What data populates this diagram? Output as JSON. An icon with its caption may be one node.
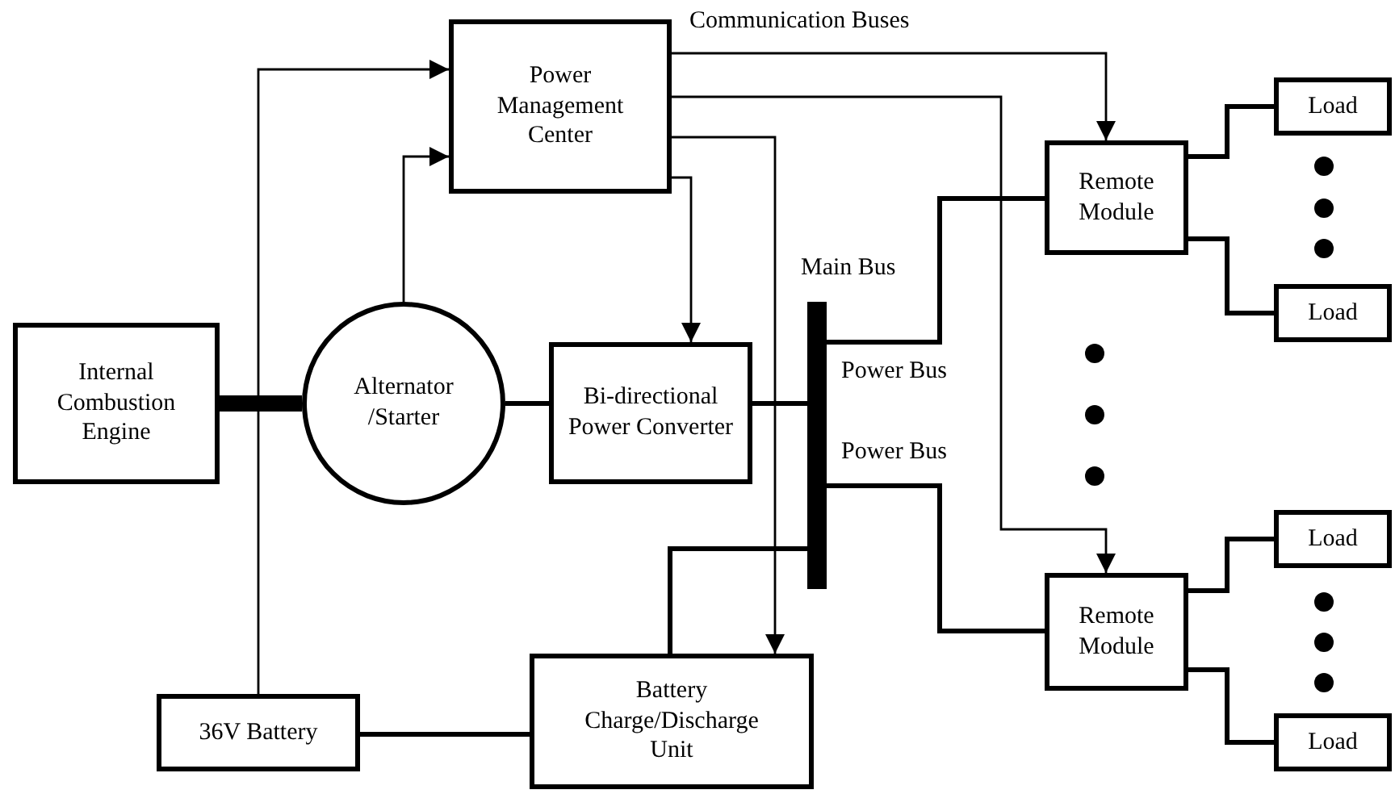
{
  "diagram": {
    "nodes": [
      {
        "text": [
          "Power Management Center"
        ]
      },
      {
        "text": [
          "Internal Combustion Engine"
        ]
      },
      {
        "text": [
          "Alternator /Starter"
        ]
      },
      {
        "text": [
          "Bi-directional Power Converter"
        ]
      },
      {
        "text": [
          "Main Bus"
        ]
      },
      {
        "text": [
          "Battery Charge/Discharge Unit"
        ]
      },
      {
        "text": [
          "36V Battery"
        ]
      },
      {
        "text": [
          "Remote Module"
        ]
      },
      {
        "text": [
          "Load"
        ]
      },
      {
        "text": [
          "Load"
        ]
      },
      {
        "text": [
          "Remote Module"
        ]
      },
      {
        "text": [
          "Load"
        ]
      },
      {
        "text": [
          "Load"
        ]
      }
    ],
    "edges": [
      {
        "from": 1,
        "to": 2,
        "arrow": "none",
        "style": "thick"
      },
      {
        "from": 6,
        "to": 0,
        "arrow": "to"
      },
      {
        "from": 2,
        "to": 0,
        "arrow": "to"
      },
      {
        "from": 2,
        "to": 3,
        "arrow": "none"
      },
      {
        "from": 0,
        "to": 3,
        "arrow": "to"
      },
      {
        "from": 0,
        "to": 7,
        "arrow": "to"
      },
      {
        "from": 0,
        "to": 10,
        "arrow": "to"
      },
      {
        "from": 0,
        "to": 5,
        "arrow": "to"
      },
      {
        "from": 3,
        "to": 4,
        "arrow": "none"
      },
      {
        "from": 4,
        "to": 7,
        "arrow": "none",
        "label": "Power Bus"
      },
      {
        "from": 4,
        "to": 10,
        "arrow": "none",
        "label": "Power Bus"
      },
      {
        "from": 5,
        "to": 4,
        "arrow": "none"
      },
      {
        "from": 6,
        "to": 5,
        "arrow": "none"
      },
      {
        "from": 7,
        "to": 8,
        "arrow": "none"
      },
      {
        "from": 7,
        "to": 9,
        "arrow": "none"
      },
      {
        "from": 10,
        "to": 11,
        "arrow": "none"
      },
      {
        "from": 10,
        "to": 12,
        "arrow": "none"
      }
    ],
    "labels": [
      "Communication Buses"
    ]
  }
}
